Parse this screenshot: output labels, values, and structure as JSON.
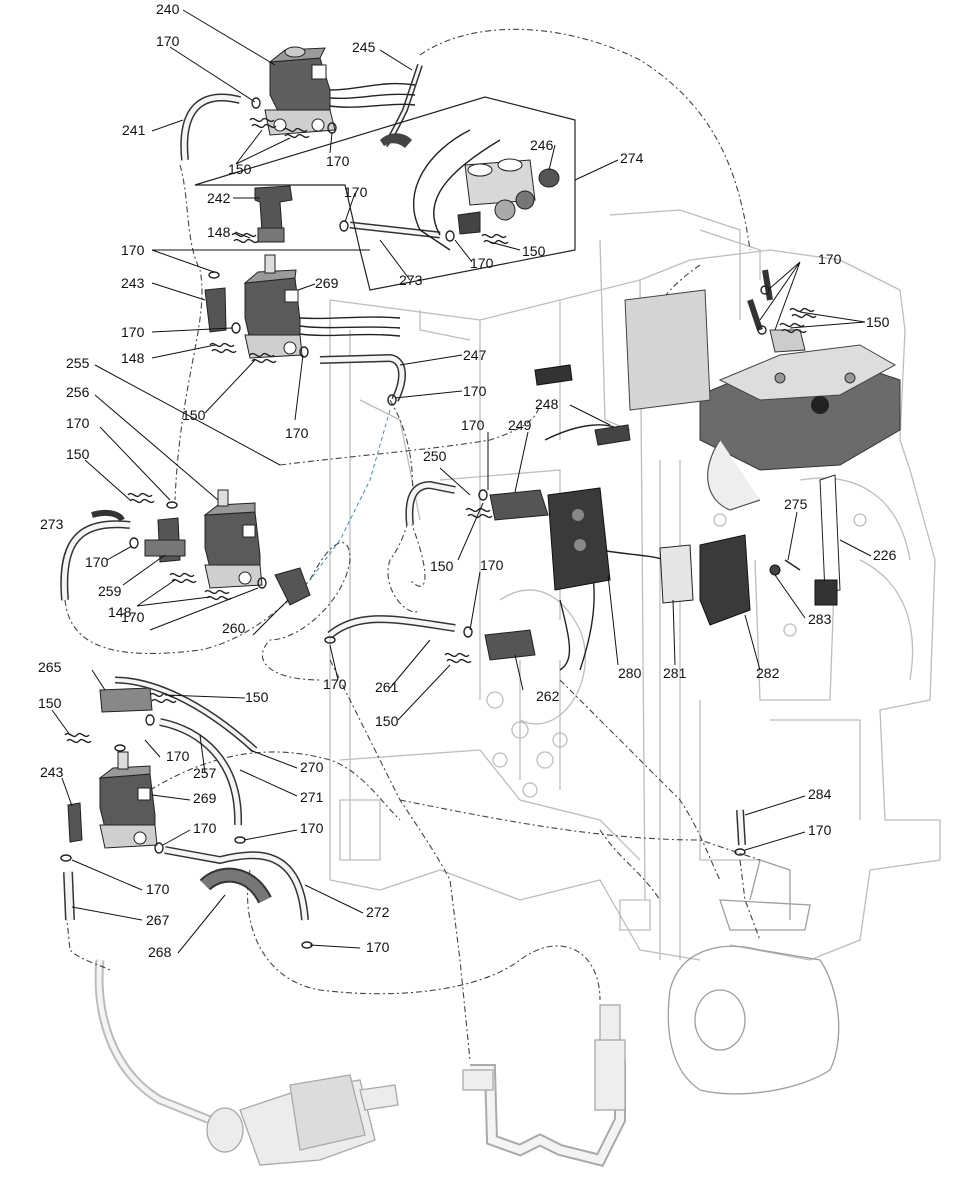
{
  "colors": {
    "part": "#333333",
    "frame": "#bfbfbf",
    "dash": "#444444",
    "ghost": "#c8c8c8",
    "dark": "#555555"
  },
  "labels": {
    "l240": "240",
    "l170a": "170",
    "l245": "245",
    "l241": "241",
    "l150a": "150",
    "l170b": "170",
    "l246": "246",
    "l274": "274",
    "l242": "242",
    "l170c": "170",
    "l148a": "148",
    "l170d": "170",
    "l273a": "273",
    "l170e": "170",
    "l150b": "150",
    "l269a": "269",
    "l243a": "243",
    "l170f": "170",
    "l148b": "148",
    "l247": "247",
    "l150c": "150",
    "l170g": "170",
    "l255": "255",
    "l170h": "170",
    "l256": "256",
    "l248": "248",
    "l170i": "170",
    "l249": "249",
    "l170j": "170",
    "l150d": "150",
    "l250": "250",
    "l273b": "273",
    "l170k": "170",
    "l259": "259",
    "l148c": "148",
    "l170l": "170",
    "l260": "260",
    "l150e": "150",
    "l170m": "170",
    "l170n": "170",
    "l150f": "150",
    "l275": "275",
    "l226": "226",
    "l283": "283",
    "l280": "280",
    "l281": "281",
    "l282": "282",
    "l170o": "170",
    "l261": "261",
    "l262": "262",
    "l265": "265",
    "l150g": "150",
    "l150h": "150",
    "l150i": "150",
    "l170p": "170",
    "l257": "257",
    "l270": "270",
    "l271": "271",
    "l243b": "243",
    "l269b": "269",
    "l170q": "170",
    "l170r": "170",
    "l284": "284",
    "l170s": "170",
    "l170t": "170",
    "l267": "267",
    "l268": "268",
    "l272": "272",
    "l170u": "170"
  }
}
